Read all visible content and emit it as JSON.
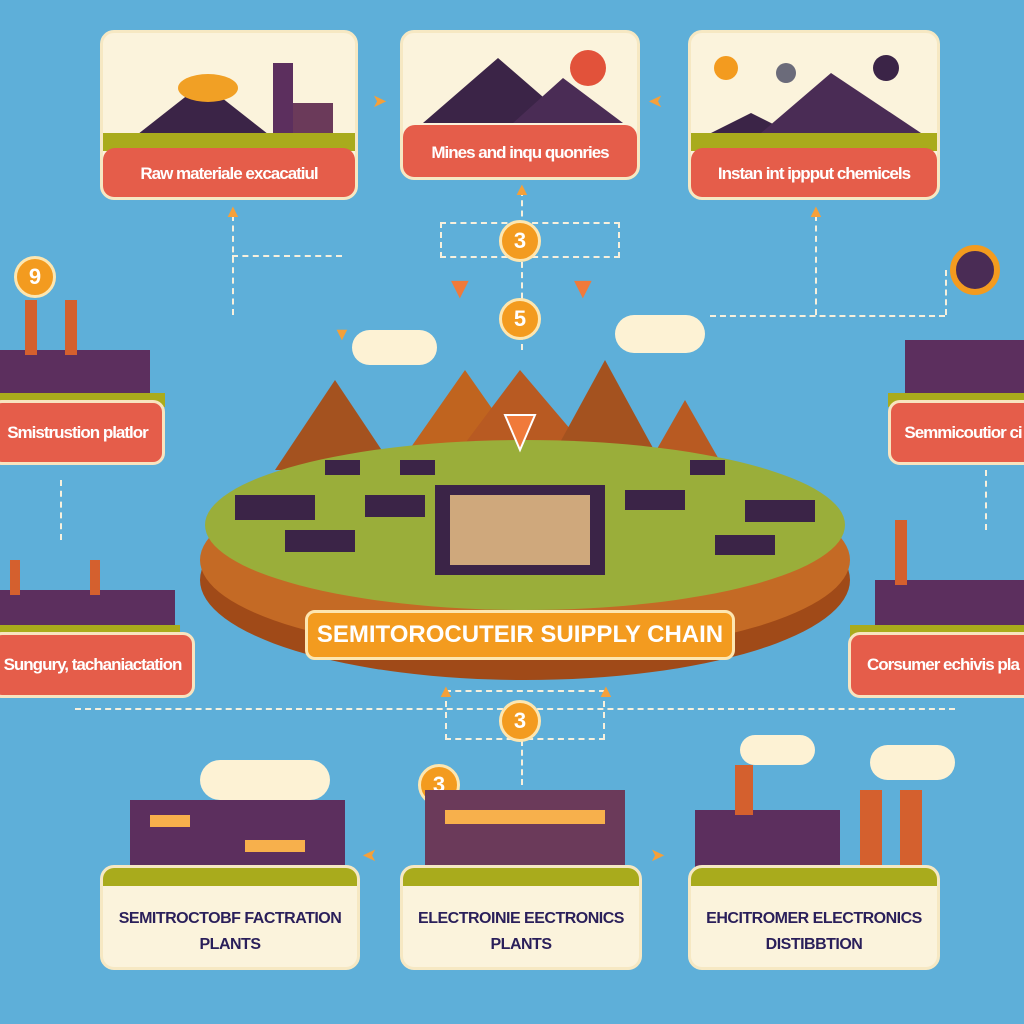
{
  "top_cards": [
    {
      "label": "Raw materiale excacatiul"
    },
    {
      "label": "Mines and inqu quonries"
    },
    {
      "label": "Instan int ippput chemicels"
    }
  ],
  "side_labels": {
    "left_upper": "Smistrustion platlor",
    "left_lower": "Sungury, tachaniactation",
    "right_upper": "Semmicoutior ci",
    "right_lower": "Corsumer echivis pla"
  },
  "center_banner": "SEMITOROCUTEIR SUIPPLY CHAIN",
  "badges": {
    "top": "3",
    "middle": "5",
    "bottom": "3",
    "bottom_left": "3",
    "left": "9"
  },
  "bottom_cards": [
    {
      "line1": "SEMITROCTOBF FACTRATION",
      "line2": "PLANTS"
    },
    {
      "line1": "ELECTROINIE EECTRONICS",
      "line2": "PLANTS"
    },
    {
      "line1": "EHCITROMER ELECTRONICS",
      "line2": "DISTIBBTION"
    }
  ],
  "colors": {
    "background": "#5eafd9",
    "label_red": "#e55d4a",
    "badge_orange": "#f39b1f",
    "cream": "#fbf3dc"
  }
}
